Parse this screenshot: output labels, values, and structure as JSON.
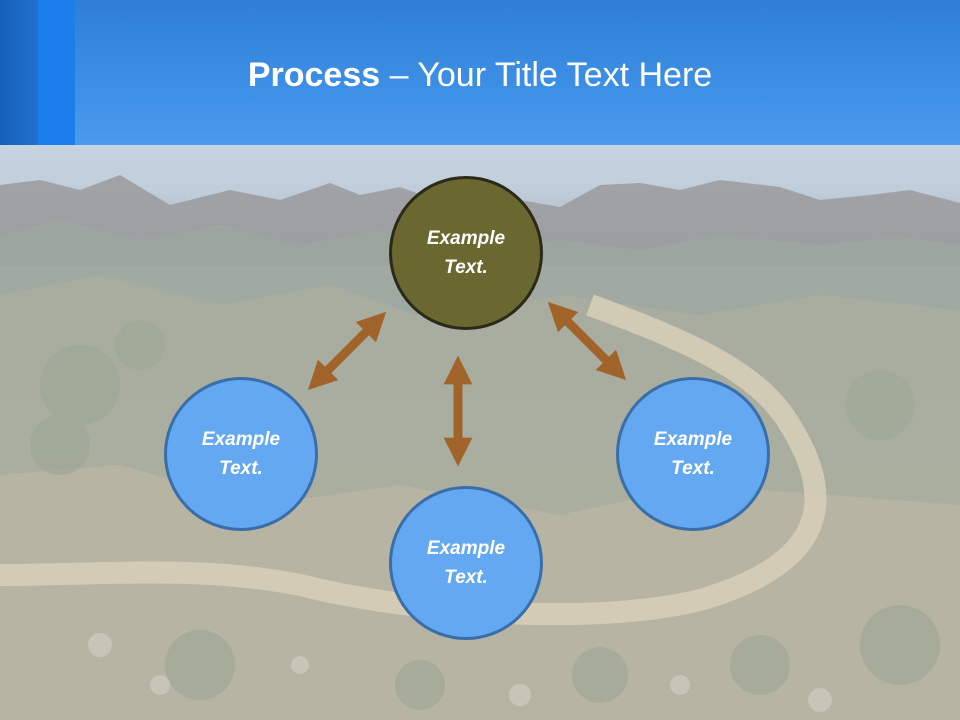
{
  "title": {
    "bold": "Process",
    "rest": " – Your Title Text Here"
  },
  "nodes": {
    "top": "Example Text.",
    "left": "Example Text.",
    "right": "Example Text.",
    "bottom": "Example Text."
  },
  "colors": {
    "header": "#3d8fe6",
    "center_node": "#6b6730",
    "outer_nodes": "#64a8f2",
    "arrows": "#a0642a"
  }
}
